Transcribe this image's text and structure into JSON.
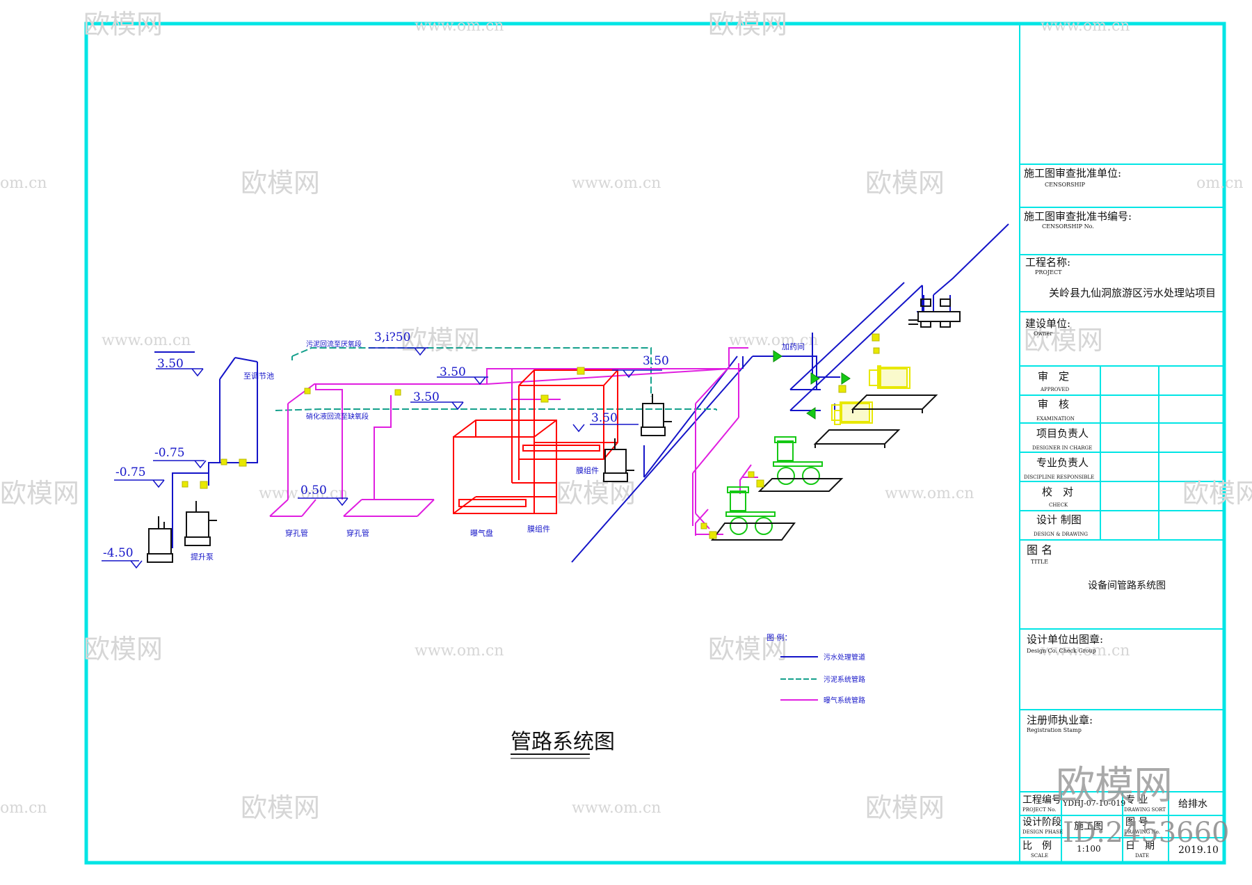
{
  "colors": {
    "frame": "#00e5e5",
    "sewage_pipe": "#1414c8",
    "sludge_pipe": "#14a08c",
    "aeration_pipe": "#e01ee0",
    "tank": "#ff0000",
    "equipment": "#e8e800",
    "dosing_pump": "#14c814",
    "watermark": "#d6d6d6"
  },
  "drawing": {
    "title": "管路系统图",
    "elevations": {
      "e1": "3.50",
      "e2": "3,i?50",
      "e3": "3.50",
      "e4": "3.50",
      "e5": "3.50",
      "e6": "3.50",
      "e7": "-0.75",
      "e8": "-0.75",
      "e9": "0.50",
      "e10": "-4.50"
    },
    "labels": {
      "to_reg_tank": "至调节池",
      "sludge_return": "污泥回流至厌氧段",
      "nitrified_return": "硝化液回流至缺氧段",
      "perforated_1": "穿孔管",
      "perforated_2": "穿孔管",
      "aerator": "曝气盘",
      "membrane_1": "膜组件",
      "membrane_2": "膜组件",
      "lift_pump": "提升泵",
      "dosing": "加药间"
    },
    "legend": {
      "title": "图 例：",
      "items": [
        "污水处理管道",
        "污泥系统管路",
        "曝气系统管路"
      ]
    }
  },
  "title_block": {
    "censorship_unit": "施工图审查批准单位:",
    "censorship_unit_en": "CENSORSHIP",
    "censorship_no": "施工图审查批准书编号:",
    "censorship_no_en": "CENSORSHIP No.",
    "project": "工程名称:",
    "project_en": "PROJECT",
    "project_name": "关岭县九仙洞旅游区污水处理站项目",
    "owner": "建设单位:",
    "owner_en": "Owner",
    "roles": [
      {
        "cn": "审　定",
        "en": "APPROVED"
      },
      {
        "cn": "审　核",
        "en": "EXAMINATION"
      },
      {
        "cn": "项目负责人",
        "en": "DESIGNER IN CHARGE"
      },
      {
        "cn": "专业负责人",
        "en": "DISCIPLINE RESPONSIBLE"
      },
      {
        "cn": "校　对",
        "en": "CHECK"
      },
      {
        "cn": "设计 制图",
        "en": "DESIGN & DRAWING"
      }
    ],
    "drawing_title": "图 名",
    "drawing_title_en": "TITLE",
    "drawing_name": "设备间管路系统图",
    "design_stamp": "设计单位出图章:",
    "design_stamp_en": "Design Co. Check Group",
    "reg_stamp": "注册师执业章:",
    "reg_stamp_en": "Registration Stamp",
    "project_no": "工程编号",
    "project_no_en": "PROJECT No.",
    "project_no_value": "YDHJ-07-10-019",
    "major": "专 业",
    "major_en": "DRAWING SORT",
    "major_value": "给排水",
    "phase": "设计阶段",
    "phase_en": "DESIGN PHASE",
    "phase_value": "施工图",
    "drawing_no": "图 号",
    "drawing_no_en": "DRAWING No.",
    "scale": "比　例",
    "scale_en": "SCALE",
    "scale_value": "1:100",
    "date": "日　期",
    "date_en": "DATE",
    "date_value": "2019.10"
  },
  "watermark": {
    "logo": "欧模网",
    "site": "www.om.cn",
    "site_short": "om.cn",
    "id": "ID:2453660"
  }
}
